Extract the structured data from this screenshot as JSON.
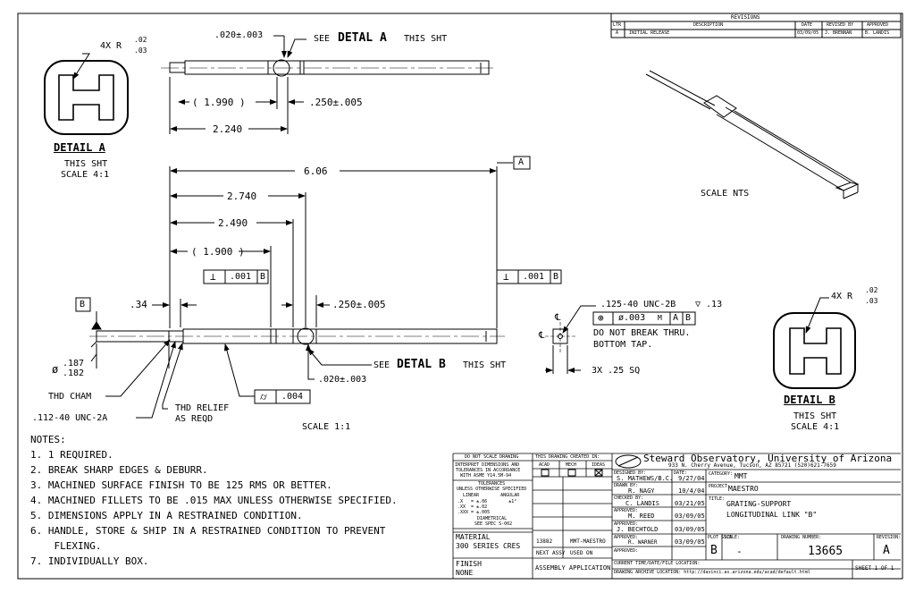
{
  "revisions": {
    "title": "REVISIONS",
    "headers": [
      "LTR",
      "DESCRIPTION",
      "DATE",
      "REVISED BY",
      "APPROVED"
    ],
    "row": [
      "A",
      "INITIAL RELEASE",
      "03/09/05",
      "J. BRENNAN",
      "B. LANDIS"
    ]
  },
  "detail_a": {
    "radius_prefix": "4X R",
    "radius_top": ".02",
    "radius_bottom": ".03",
    "title": "DETAIL A",
    "sub": "THIS SHT",
    "scale": "SCALE 4:1"
  },
  "detail_b": {
    "radius_prefix": "4X R",
    "radius_top": ".02",
    "radius_bottom": ".03",
    "title": "DETAIL B",
    "sub": "THIS SHT",
    "scale": "SCALE 4:1"
  },
  "top_view": {
    "dim_020": ".020±.003",
    "see_prefix": "SEE",
    "see_detail": "DETAL A",
    "see_suffix": "THIS SHT",
    "dim_1990": "( 1.990 )",
    "dim_250": ".250±.005",
    "dim_2240": "2.240"
  },
  "main_view": {
    "dim_606": "6.06",
    "datum_a": "A",
    "dim_2740": "2.740",
    "dim_2490": "2.490",
    "dim_1900": "( 1.900 )",
    "perp_symbol": "⊥",
    "perp_tol": ".001",
    "perp_datum": "B",
    "datum_b": "B",
    "dim_34": ".34",
    "dim_250": ".250±.005",
    "dia_prefix": "ø",
    "dia_top": ".187",
    "dia_bottom": ".182",
    "thd_cham": "THD CHAM",
    "thread": ".112-40 UNC-2A",
    "thd_relief": "THD RELIEF",
    "as_reqd": "AS REQD",
    "cyl_symbol": "⌭",
    "cyl_tol": ".004",
    "see_prefix": "SEE",
    "see_detail": "DETAL B",
    "see_suffix": "THIS SHT",
    "dim_020": ".020±.003",
    "scale": "SCALE 1:1"
  },
  "end_view": {
    "thread": ".125-40 UNC-2B",
    "depth": "▽ .13",
    "pos_symbol": "⊕",
    "pos_tol": "ø.003",
    "pos_mod": "M",
    "datum_a": "A",
    "datum_b": "B",
    "note1": "DO NOT BREAK THRU.",
    "note2": "BOTTOM TAP.",
    "sq": "3X .25 SQ",
    "centerline": "℄"
  },
  "iso": {
    "scale": "SCALE NTS"
  },
  "notes": {
    "title": "NOTES:",
    "items": [
      "1. 1 REQUIRED.",
      "2. BREAK SHARP EDGES & DEBURR.",
      "3. MACHINED SURFACE FINISH TO BE 125 RMS OR BETTER.",
      "4. MACHINED FILLETS TO BE .015 MAX UNLESS OTHERWISE SPECIFIED.",
      "5. DIMENSIONS APPLY IN A RESTRAINED CONDITION.",
      "6. HANDLE, STORE & SHIP IN A RESTRAINED CONDITION TO PREVENT",
      "    FLEXING.",
      "7. INDIVIDUALLY BOX."
    ]
  },
  "title_block": {
    "no_scale": "DO NOT SCALE DRAWING",
    "interpret": [
      "INTERPRET DIMENSIONS AND",
      "TOLERANCES IN ACCORDANCE",
      "WITH ASME Y14.5M-94"
    ],
    "tolerances": "TOLERANCES",
    "unless": "UNLESS OTHERWISE SPECIFIED",
    "tol_cols": "LINEAR        ANGULAR",
    "tol_rows": [
      ".X   = ±.06        ±1°",
      ".XX  = ±.02",
      ".XXX = ±.005"
    ],
    "diametrical": "DIAMETRICAL",
    "see_spec": "SEE SPEC S-002",
    "material_label": "MATERIAL",
    "material": "300 SERIES CRES",
    "finish_label": "FINISH",
    "finish": "NONE",
    "created_in": "THIS DRAWING CREATED IN:",
    "cad_options": [
      "ACAD",
      "MECH",
      "IDEAS"
    ],
    "next_assy_num": "13882",
    "next_assy_name": "MMT-MAESTRO",
    "next_assy": "NEXT ASSY",
    "used_on": "USED ON",
    "assembly_app": "ASSEMBLY APPLICATION",
    "company": "Steward Observatory, University of Arizona",
    "address": "933 N. Cherry Avenue, Tucson, AZ  85721  (520)621-7659",
    "designed_by_label": "DESIGNED BY:",
    "designed_by": "S. MATHEWS/B.C.",
    "date_label": "DATE:",
    "designed_date": "9/27/04",
    "drawn_by_label": "DRAWN BY:",
    "drawn_by": "R. NAGY",
    "drawn_date": "10/4/04",
    "checked_by_label": "CHECKED BY:",
    "checked_by": "C. LANDIS",
    "checked_date": "03/21/05",
    "approved1_label": "APPROVED:",
    "approved1": "M. REED",
    "approved1_date": "03/09/05",
    "approved2_label": "APPROVED:",
    "approved2": "J. BECHTOLD",
    "approved2_date": "03/09/05",
    "approved3_label": "APPROVED:",
    "approved3": "R. WARNER",
    "approved3_date": "03/09/05",
    "approved4_label": "APPROVED:",
    "category_label": "CATEGORY:",
    "category": "MMT",
    "project_label": "PROJECT:",
    "project": "MAESTRO",
    "title_label": "TITLE:",
    "title1": "GRATING-SUPPORT",
    "title2": "LONGITUDINAL LINK \"B\"",
    "plot_size_label": "PLOT SIZE",
    "plot_size": "B",
    "scale_label": "SCALE:",
    "scale": "-",
    "drawing_number_label": "DRAWING NUMBER:",
    "drawing_number": "13665",
    "revision_label": "REVISION:",
    "revision": "A",
    "current_time": "CURRENT TIME/DATE/FILE LOCATION:",
    "archive": "DRAWING ARCHIVE LOCATION: http://davinci.as.arizona.edu/acad/default.html",
    "sheet": "SHEET 1 OF 1"
  }
}
